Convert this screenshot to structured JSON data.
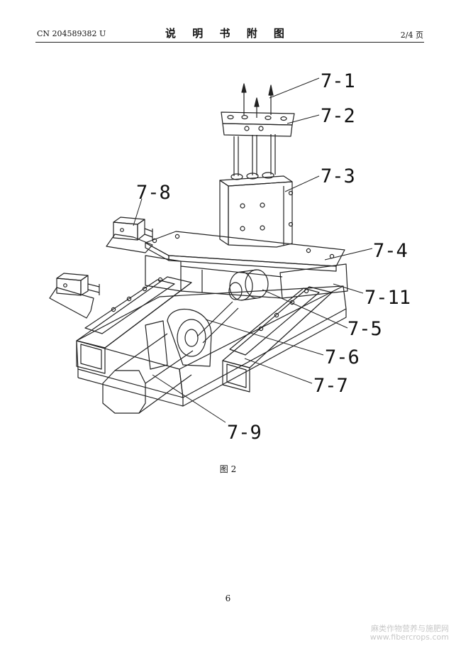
{
  "header": {
    "patent_number": "CN 204589382 U",
    "title": "说 明 书 附 图",
    "page_of": "2/4 页"
  },
  "figure": {
    "labels": {
      "l71": "7-1",
      "l72": "7-2",
      "l73": "7-3",
      "l74": "7-4",
      "l75": "7-5",
      "l76": "7-6",
      "l77": "7-7",
      "l78": "7-8",
      "l79": "7-9",
      "l711": "7-11"
    },
    "caption": "图 2"
  },
  "footer": {
    "page_number": "6"
  },
  "watermark": {
    "line1": "麻类作物营养与施肥网",
    "line2": "www.fibercrops.com"
  }
}
